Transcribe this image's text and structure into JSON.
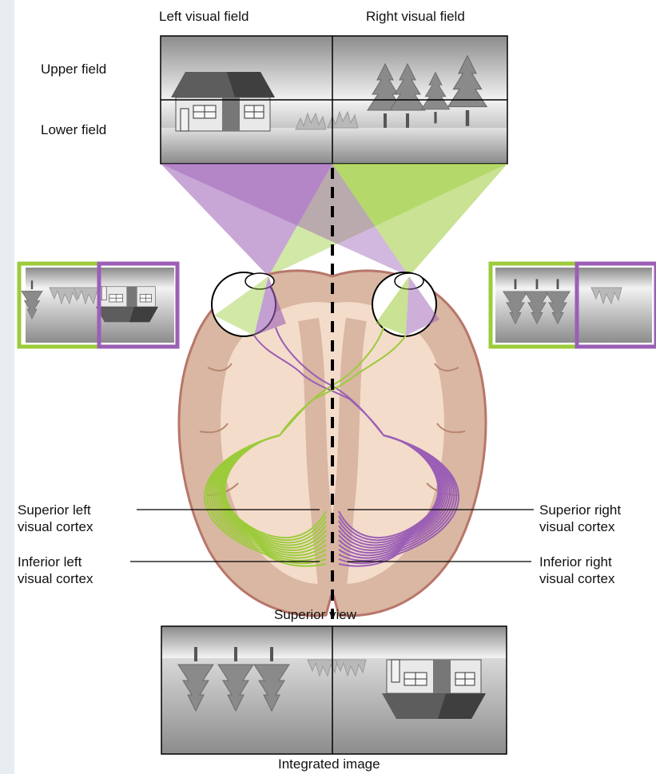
{
  "top_labels": {
    "left_field": "Left visual field",
    "right_field": "Right visual field"
  },
  "side_labels": {
    "upper_field": "Upper field",
    "lower_field": "Lower field"
  },
  "cortex_labels": {
    "superior_left": [
      "Superior left",
      "visual cortex"
    ],
    "inferior_left": [
      "Inferior left",
      "visual cortex"
    ],
    "superior_right": [
      "Superior right",
      "visual cortex"
    ],
    "inferior_right": [
      "Inferior right",
      "visual cortex"
    ]
  },
  "view_label": "Superior view",
  "integrated_label": "Integrated image",
  "colors": {
    "left_pathway": "#9ccb3b",
    "right_pathway": "#9b5fb5",
    "brain_outer": "#d9b7a2",
    "brain_inner": "#f4dccb",
    "brain_outline": "#b8766a",
    "midline": "#000000"
  }
}
